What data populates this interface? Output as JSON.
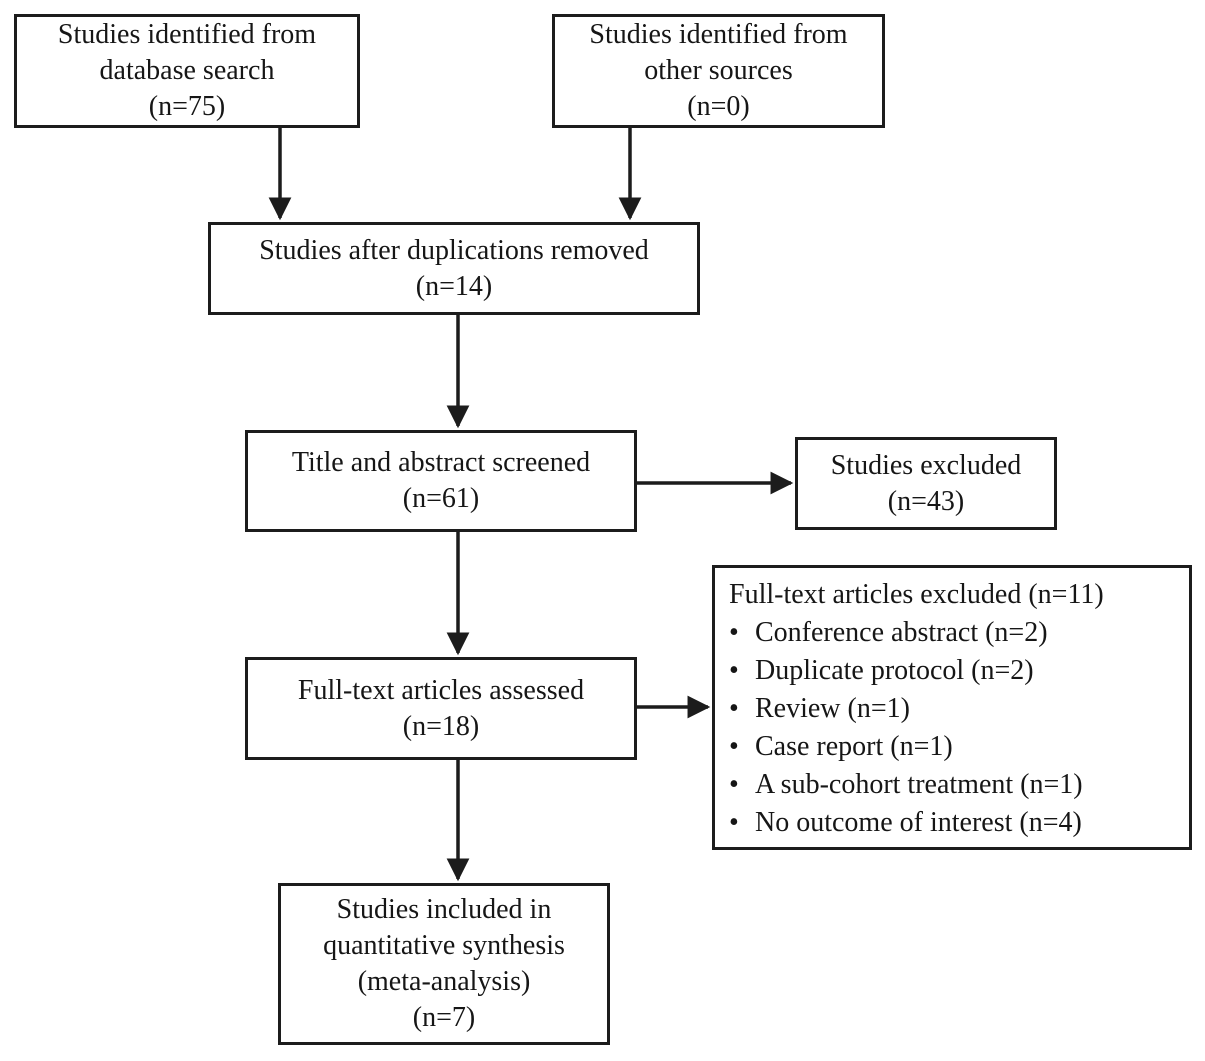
{
  "colors": {
    "line": "#1c1c1c",
    "text": "#161616",
    "background": "#ffffff"
  },
  "boxes": {
    "identified_db": {
      "line1": "Studies identified from",
      "line2": "database search",
      "count": "(n=75)"
    },
    "identified_other": {
      "line1": "Studies identified from",
      "line2": "other sources",
      "count": "(n=0)"
    },
    "deduplicated": {
      "line1": "Studies after duplications removed",
      "count": "(n=14)"
    },
    "screened": {
      "line1": "Title and abstract screened",
      "count": "(n=61)"
    },
    "excluded_screening": {
      "line1": "Studies excluded",
      "count": "(n=43)"
    },
    "fulltext_assessed": {
      "line1": "Full-text articles assessed",
      "count": "(n=18)"
    },
    "fulltext_excluded": {
      "title": "Full-text articles excluded (n=11)",
      "bullet": "•",
      "items": [
        "Conference abstract (n=2)",
        "Duplicate protocol (n=2)",
        "Review (n=1)",
        "Case report (n=1)",
        "A sub-cohort treatment (n=1)",
        "No outcome of interest (n=4)"
      ]
    },
    "included": {
      "line1": "Studies included in",
      "line2": "quantitative synthesis",
      "line3": "(meta-analysis)",
      "count": "(n=7)"
    }
  }
}
